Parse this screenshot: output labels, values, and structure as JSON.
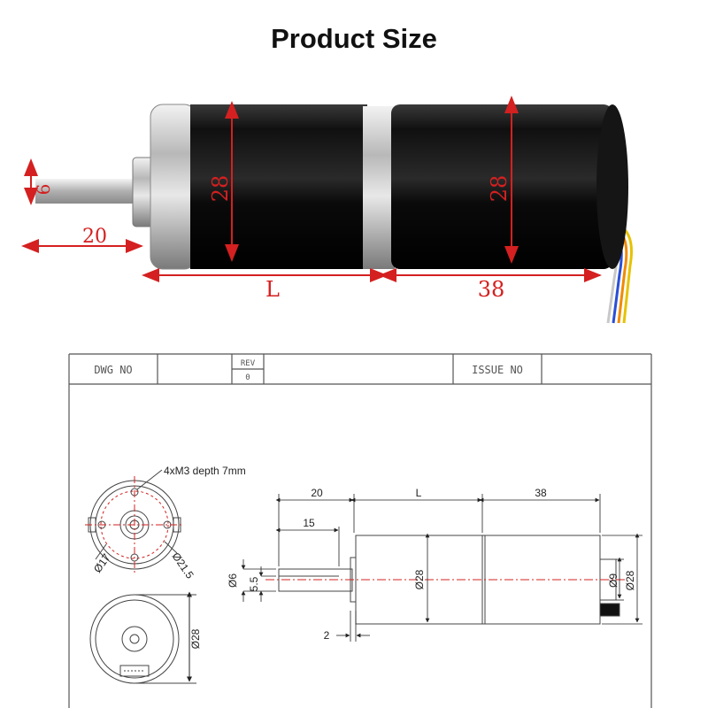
{
  "title": "Product Size",
  "photo_dims": {
    "shaft_dia": "6",
    "shaft_len": "20",
    "gear_dia": "28",
    "motor_dia": "28",
    "gear_len": "L",
    "motor_len": "38"
  },
  "title_block": {
    "dwg_label": "DWG NO",
    "rev_label": "REV",
    "rev_value": "0",
    "issue_label": "ISSUE NO"
  },
  "drawing_dims": {
    "mount_note": "4xM3 depth 7mm",
    "bolt_circle": "Ø17",
    "flange_dia": "Ø21.5",
    "rear_dia": "Ø28",
    "shaft_len": "20",
    "gear_len": "L",
    "motor_len": "38",
    "key_len": "15",
    "shaft_dia": "Ø6",
    "flat": "5.5",
    "boss": "2",
    "body_dia": "Ø28",
    "end_boss": "Ø9",
    "end_dia": "Ø28"
  },
  "colors": {
    "dimension_red": "#d42020",
    "motor_black": "#0c0c0c"
  }
}
